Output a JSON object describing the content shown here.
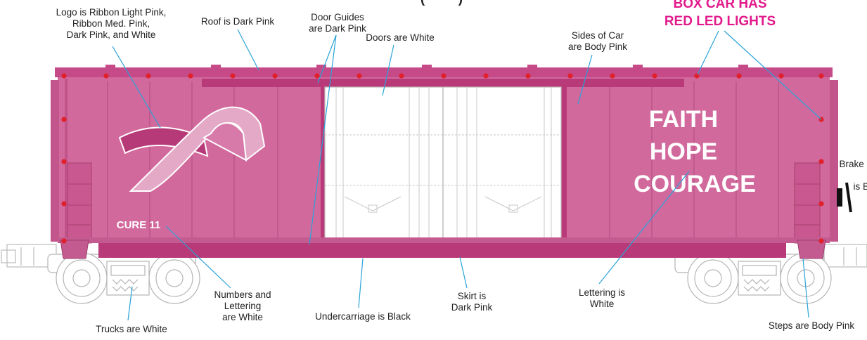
{
  "colors": {
    "body_pink": "#d2699d",
    "dark_pink": "#b93a78",
    "roof_pink": "#c64a88",
    "ribbon_light": "#e5a9c8",
    "ribbon_med": "#d77aaa",
    "ribbon_dark": "#b73a78",
    "lettering": "#ffffff",
    "leader_line": "#29a3d8",
    "led_red": "#e0202a",
    "title_magenta": "#e21a8b",
    "label_text": "#222222"
  },
  "title": {
    "top_partial": "(         )",
    "led_line1": "BOX CAR HAS",
    "led_line2": "RED LED LIGHTS"
  },
  "car_lettering": {
    "line1": "FAITH",
    "line2": "HOPE",
    "line3": "COURAGE",
    "number": "CURE 11"
  },
  "annotations": {
    "logo": "Logo is Ribbon Light Pink,\nRibbon Med. Pink,\nDark Pink, and White",
    "roof": "Roof is Dark Pink",
    "door_guides": "Door Guides\nare Dark Pink",
    "doors": "Doors are White",
    "sides": "Sides of Car\nare Body Pink",
    "brake_line1": "Brake",
    "brake_line2": "is B",
    "numbers": "Numbers and\nLettering\nare White",
    "undercarriage": "Undercarriage is Black",
    "skirt": "Skirt is\nDark Pink",
    "lettering": "Lettering is\nWhite",
    "trucks": "Trucks are White",
    "steps": "Steps are Body Pink"
  }
}
